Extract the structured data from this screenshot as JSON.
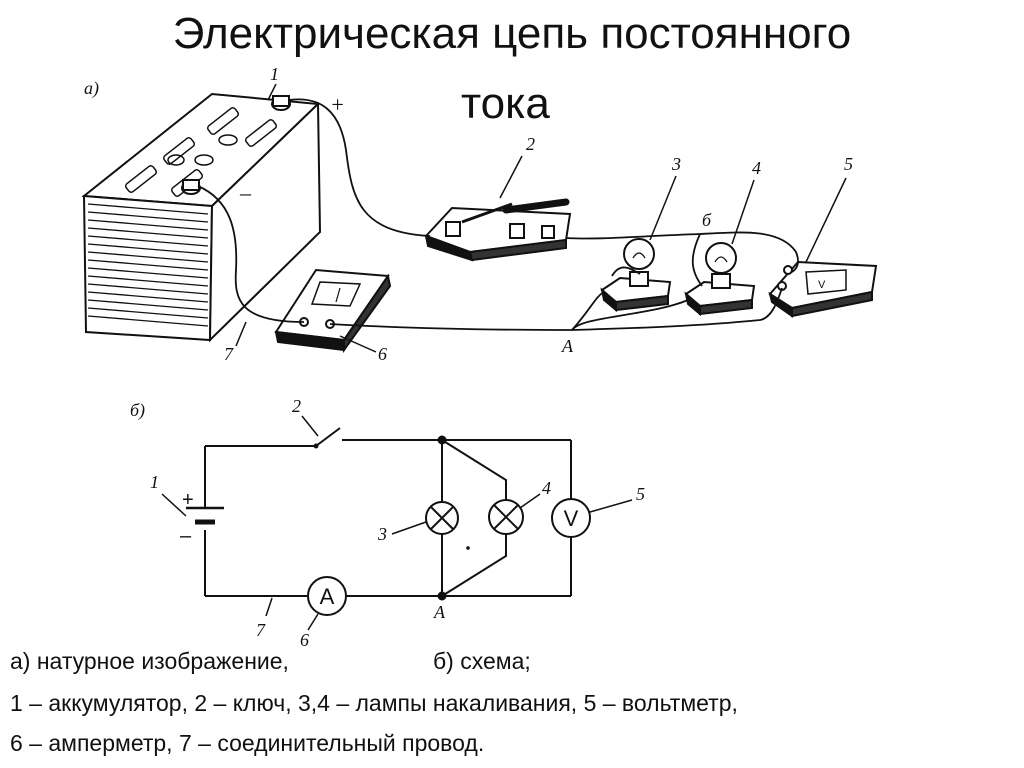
{
  "title": {
    "line1": "Электрическая цепь постоянного",
    "line2": "тока"
  },
  "figure_a": {
    "panel_label": "а)",
    "labels": {
      "battery": "1",
      "switch": "2",
      "lamp1": "3",
      "lamp2": "4",
      "voltmeter": "5",
      "ammeter": "6",
      "wire": "7",
      "node": "А",
      "node_b": "б",
      "plus": "+",
      "minus": "–"
    }
  },
  "figure_b": {
    "panel_label": "б)",
    "labels": {
      "battery": "1",
      "switch": "2",
      "lamp1": "3",
      "lamp2": "4",
      "voltmeter": "5",
      "ammeter": "6",
      "wire": "7",
      "node": "А",
      "plus": "+",
      "minus": "–",
      "ammeter_symbol": "A",
      "voltmeter_symbol": "V"
    }
  },
  "caption": {
    "line1_a": "а) натурное изображение,",
    "line1_b": "б) схема;",
    "line2": "1 – аккумулятор, 2 – ключ, 3,4 – лампы накаливания, 5 – вольтметр,",
    "line3": "6 – амперметр, 7 – соединительный провод."
  }
}
